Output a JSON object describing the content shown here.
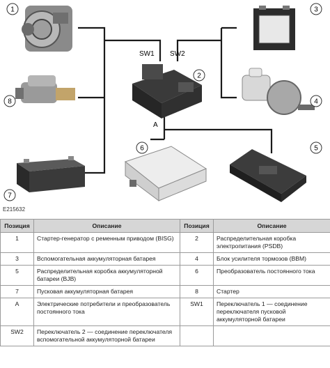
{
  "figure_id": "E215632",
  "callouts": [
    "1",
    "2",
    "3",
    "4",
    "5",
    "6",
    "7",
    "8"
  ],
  "switch_labels": {
    "sw1": "SW1",
    "sw2": "SW2",
    "a": "A"
  },
  "table": {
    "headers": [
      "Позиция",
      "Описание",
      "Позиция",
      "Описание"
    ],
    "rows": [
      {
        "p1": "1",
        "d1": "Стартер-генератор с ременным приводом (BISG)",
        "p2": "2",
        "d2": "Распределительная коробка электропитания (PSDB)"
      },
      {
        "p1": "3",
        "d1": "Вспомогательная аккумуляторная батарея",
        "p2": "4",
        "d2": "Блок усилителя тормозов (BBM)"
      },
      {
        "p1": "5",
        "d1": "Распределительная коробка аккумуляторной батареи (BJB)",
        "p2": "6",
        "d2": "Преобразователь постоянного тока"
      },
      {
        "p1": "7",
        "d1": "Пусковая аккумуляторная батарея",
        "p2": "8",
        "d2": "Стартер"
      },
      {
        "p1": "A",
        "d1": "Электрические потребители и преобразователь постоянного тока",
        "p2": "SW1",
        "d2": "Переключатель 1 — соединение переключателя пусковой аккумуляторной батареи"
      },
      {
        "p1": "SW2",
        "d1": "Переключатель 2 — соединение переключателя вспомогательной аккумуляторной батареи",
        "p2": "",
        "d2": ""
      }
    ]
  }
}
